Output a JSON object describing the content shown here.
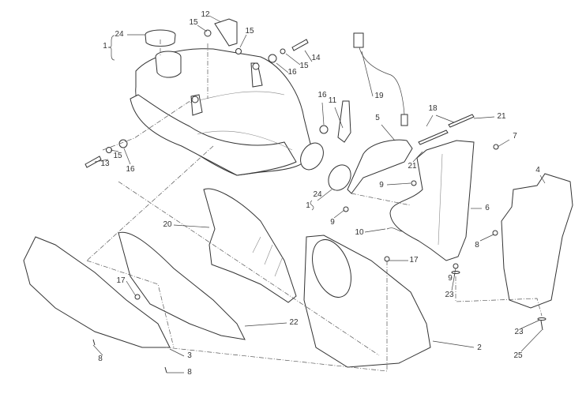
{
  "diagram": {
    "type": "exploded-parts-view",
    "callouts": [
      "24",
      "1",
      "12",
      "15",
      "15",
      "15",
      "14",
      "16",
      "19",
      "18",
      "21",
      "5",
      "16",
      "11",
      "7",
      "21",
      "4",
      "13",
      "15",
      "16",
      "9",
      "24",
      "1",
      "6",
      "20",
      "9",
      "10",
      "8",
      "17",
      "17",
      "9",
      "23",
      "22",
      "2",
      "8",
      "3",
      "8",
      "23",
      "25"
    ]
  }
}
